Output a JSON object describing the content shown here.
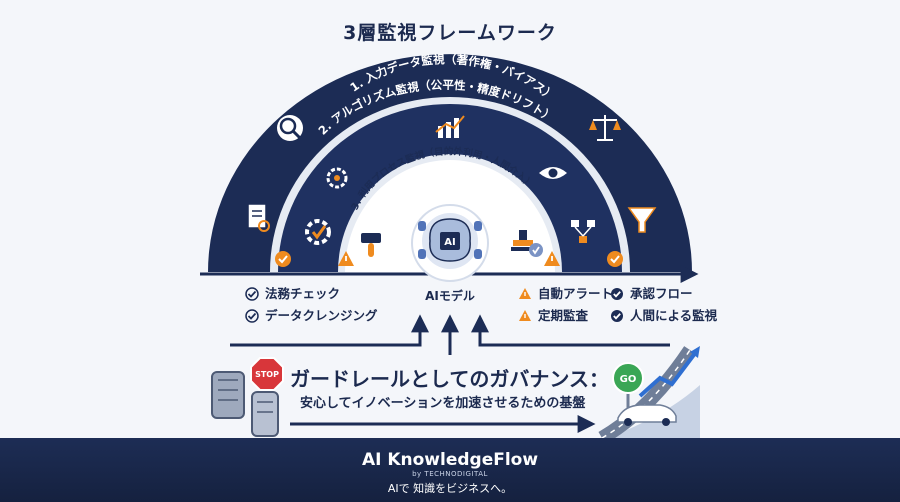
{
  "title": "3層監視フレームワーク",
  "layers": [
    {
      "label": "1. 入力データ監視（著作権・バイアス）"
    },
    {
      "label": "2. アルゴリズム監視（公平性・精度ドリフト）"
    },
    {
      "label": "3. 利用プロセス監視（目的外利用・人間介入）"
    }
  ],
  "center": {
    "chip_text": "AI",
    "label": "AIモデル"
  },
  "left_checks": [
    "法務チェック",
    "データクレンジング"
  ],
  "alerts": [
    "自動アラート",
    "定期監査"
  ],
  "approvals": [
    "承認フロー",
    "人間による監視"
  ],
  "stop_sign": "STOP",
  "go_sign": "GO",
  "governance": {
    "title": "ガードレールとしてのガバナンス：",
    "subtitle": "安心してイノベーションを加速させるための基盤"
  },
  "footer": {
    "brand": "AI KnowledgeFlow",
    "by": "by TECHNODIGITAL",
    "tagline": "AIで 知識をビジネスへ。"
  },
  "colors": {
    "navy": "#1c2c55",
    "accent_orange": "#ef8b1f",
    "stop_red": "#d8363a",
    "go_green": "#3aa655"
  }
}
